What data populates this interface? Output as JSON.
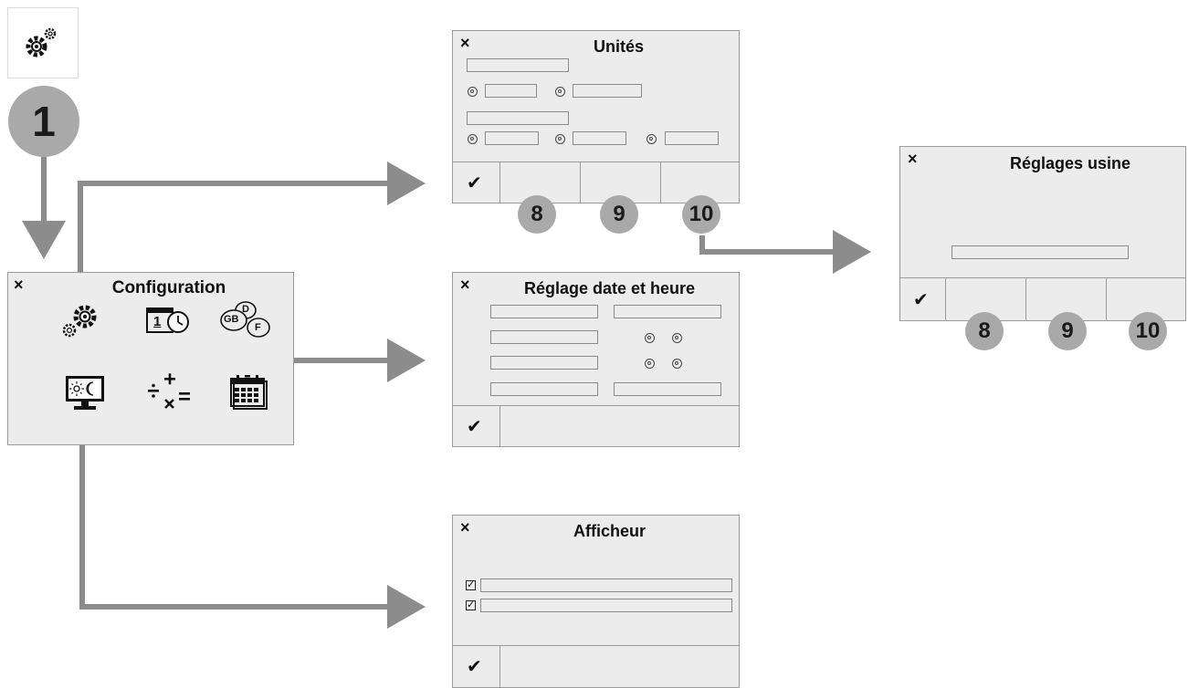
{
  "start_step": "1",
  "config": {
    "title": "Configuration",
    "close_icon": "×",
    "icons": [
      "gears-icon",
      "date-time-icon",
      "language-icon",
      "display-icon",
      "units-calc-icon",
      "calendar-icon"
    ],
    "lang_icon_labels": {
      "a": "GB",
      "b": "D",
      "c": "F"
    },
    "date_icon_label": "1"
  },
  "units": {
    "title": "Unités",
    "close_icon": "×",
    "confirm_icon": "✔",
    "steps": [
      "8",
      "9",
      "10"
    ]
  },
  "datetime": {
    "title": "Réglage date et heure",
    "close_icon": "×",
    "confirm_icon": "✔"
  },
  "display": {
    "title": "Afficheur",
    "close_icon": "×",
    "confirm_icon": "✔",
    "check_glyph": "✓"
  },
  "factory": {
    "title": "Réglages usine",
    "close_icon": "×",
    "confirm_icon": "✔",
    "steps": [
      "8",
      "9",
      "10"
    ]
  },
  "colors": {
    "arrow": "#8c8c8c",
    "badge": "#a9a9a9",
    "panel": "#ececec"
  }
}
